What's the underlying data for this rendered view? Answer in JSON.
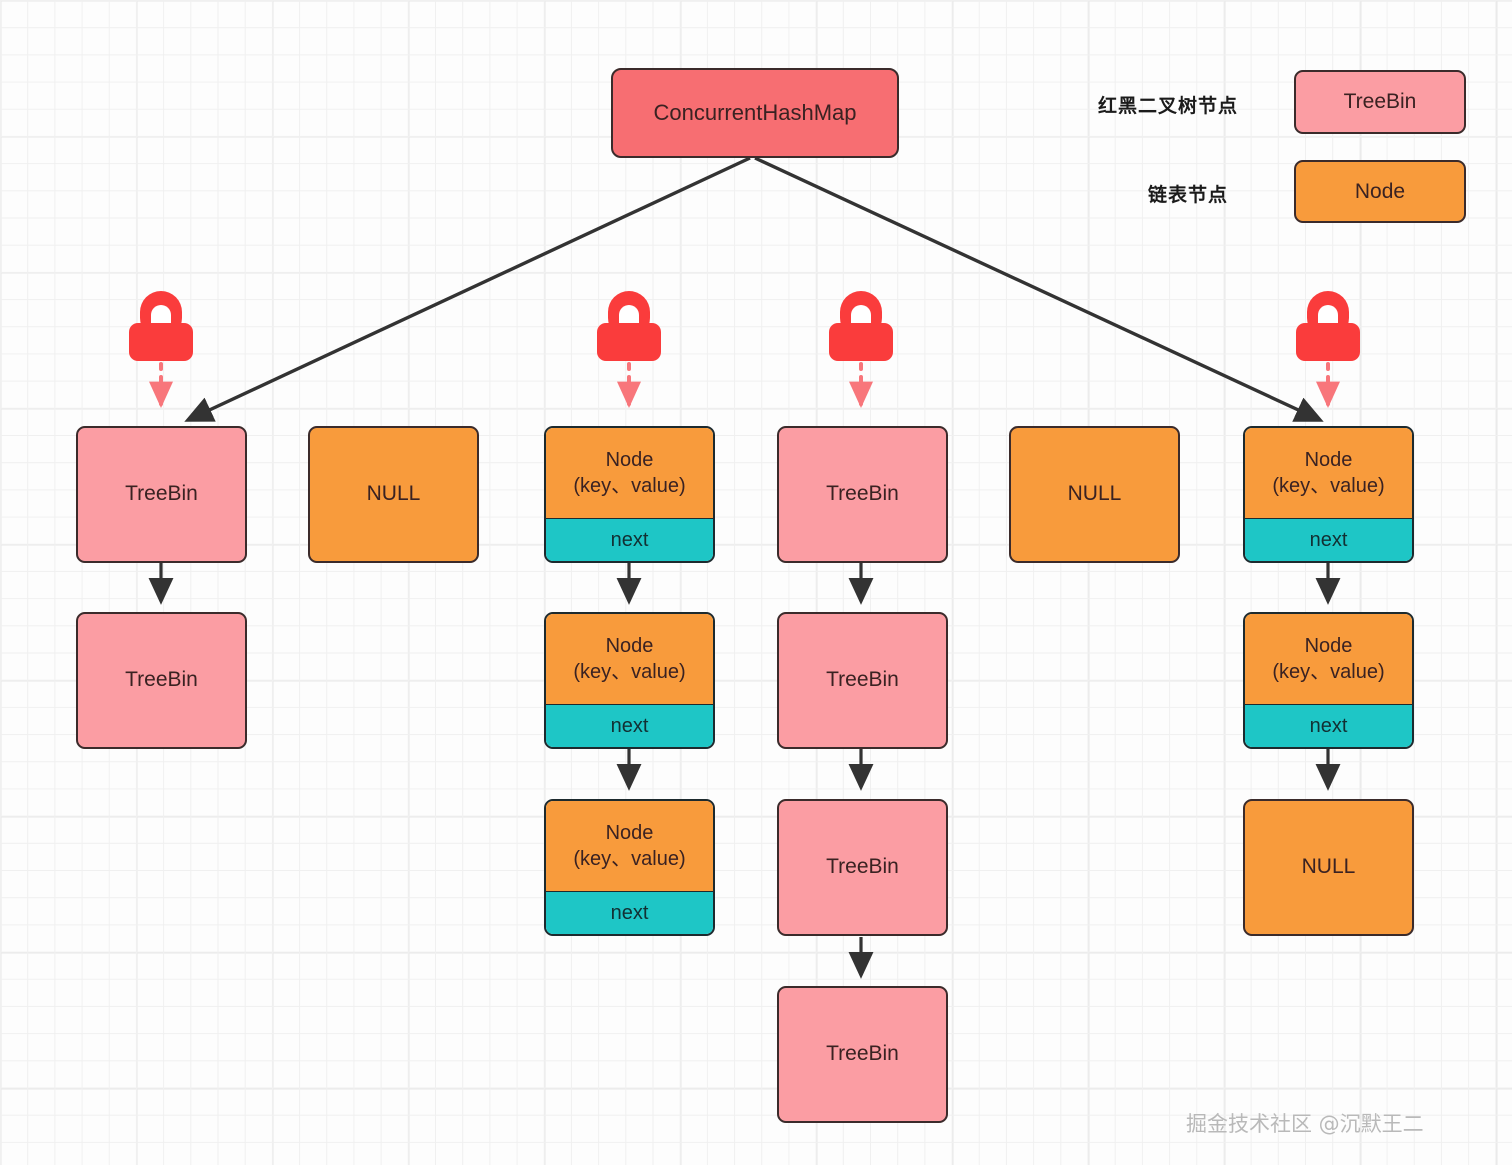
{
  "diagram": {
    "title": "ConcurrentHashMap",
    "root": {
      "label": "ConcurrentHashMap",
      "color": "#F76E72"
    },
    "legend": {
      "items": [
        {
          "label": "红黑二叉树节点",
          "box_label": "TreeBin",
          "color": "#FB9DA3"
        },
        {
          "label": "链表节点",
          "box_label": "Node",
          "color": "#F89B3C"
        }
      ]
    },
    "labels": {
      "treebin": "TreeBin",
      "null": "NULL",
      "node_title": "Node",
      "node_sub": "(key、value)",
      "next": "next"
    },
    "colors": {
      "treebin": "#FB9DA3",
      "node": "#F89B3C",
      "next": "#1EC6C6",
      "root": "#F76E72",
      "lock": "#FA3C3C",
      "arrow": "#333333",
      "lock_arrow": "#F8767B",
      "border": "#3b2b2b",
      "grid": "#f0f0f0"
    },
    "buckets": [
      {
        "index": 0,
        "locked": true,
        "chain": [
          {
            "type": "treebin",
            "label": "TreeBin"
          },
          {
            "type": "treebin",
            "label": "TreeBin"
          }
        ]
      },
      {
        "index": 1,
        "locked": false,
        "chain": [
          {
            "type": "null",
            "label": "NULL"
          }
        ]
      },
      {
        "index": 2,
        "locked": true,
        "chain": [
          {
            "type": "node",
            "label": "Node",
            "sub": "(key、value)",
            "next": "next"
          },
          {
            "type": "node",
            "label": "Node",
            "sub": "(key、value)",
            "next": "next"
          },
          {
            "type": "node",
            "label": "Node",
            "sub": "(key、value)",
            "next": "next"
          }
        ]
      },
      {
        "index": 3,
        "locked": true,
        "chain": [
          {
            "type": "treebin",
            "label": "TreeBin"
          },
          {
            "type": "treebin",
            "label": "TreeBin"
          },
          {
            "type": "treebin",
            "label": "TreeBin"
          },
          {
            "type": "treebin",
            "label": "TreeBin"
          }
        ]
      },
      {
        "index": 4,
        "locked": false,
        "chain": [
          {
            "type": "null",
            "label": "NULL"
          }
        ]
      },
      {
        "index": 5,
        "locked": true,
        "chain": [
          {
            "type": "node",
            "label": "Node",
            "sub": "(key、value)",
            "next": "next"
          },
          {
            "type": "node",
            "label": "Node",
            "sub": "(key、value)",
            "next": "next"
          },
          {
            "type": "null",
            "label": "NULL"
          }
        ]
      }
    ],
    "watermark": "掘金技术社区 @沉默王二"
  }
}
